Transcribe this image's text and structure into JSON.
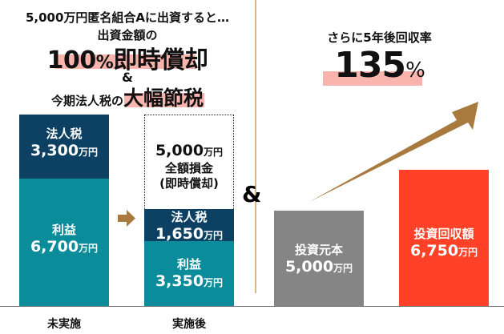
{
  "headline_left": {
    "line1": "5,000万円匿名組合Aに出資すると…",
    "line2": "出資金額の",
    "big_number": "100",
    "big_pct": "%",
    "big_text": "即時償却",
    "ampersand": "&",
    "line5_prefix": "今期法人税の",
    "line5_big": "大幅節税"
  },
  "headline_right": {
    "line1": "さらに5年後回収率",
    "big_number": "135",
    "big_pct": "%"
  },
  "middle_ampersand": "&",
  "colors": {
    "navy": "#0d4163",
    "teal": "#0b8c9a",
    "gray": "#858585",
    "red": "#ff4127",
    "arrow": "#a87a3e",
    "highlight": "#f8b4ad",
    "divider": "#d7b684"
  },
  "bars": {
    "before": {
      "category": "未実施",
      "tax": {
        "label": "法人税",
        "value": "3,300",
        "unit": "万円"
      },
      "profit": {
        "label": "利益",
        "value": "6,700",
        "unit": "万円"
      }
    },
    "after": {
      "category": "実施後",
      "writeoff": {
        "value": "5,000",
        "unit": "万円",
        "label1": "全額損金",
        "label2": "(即時償却)"
      },
      "tax": {
        "label": "法人税",
        "value": "1,650",
        "unit": "万円"
      },
      "profit": {
        "label": "利益",
        "value": "3,350",
        "unit": "万円"
      }
    },
    "principal": {
      "label": "投資元本",
      "value": "5,000",
      "unit": "万円"
    },
    "recovery": {
      "label": "投資回収額",
      "value": "6,750",
      "unit": "万円"
    }
  },
  "chart_data": [
    {
      "type": "bar",
      "title": "今期法人税の大幅節税",
      "categories": [
        "未実施",
        "実施後"
      ],
      "stacked": true,
      "unit": "万円",
      "series": [
        {
          "name": "利益",
          "values": [
            6700,
            3350
          ]
        },
        {
          "name": "法人税",
          "values": [
            3300,
            1650
          ]
        },
        {
          "name": "全額損金(即時償却)",
          "values": [
            0,
            5000
          ]
        }
      ],
      "annotations": [
        "100%即時償却",
        "5,000万円匿名組合Aに出資すると…"
      ]
    },
    {
      "type": "bar",
      "title": "さらに5年後回収率 135%",
      "categories": [
        "投資元本",
        "投資回収額"
      ],
      "unit": "万円",
      "values": [
        5000,
        6750
      ],
      "annotations": [
        "135%"
      ]
    }
  ]
}
